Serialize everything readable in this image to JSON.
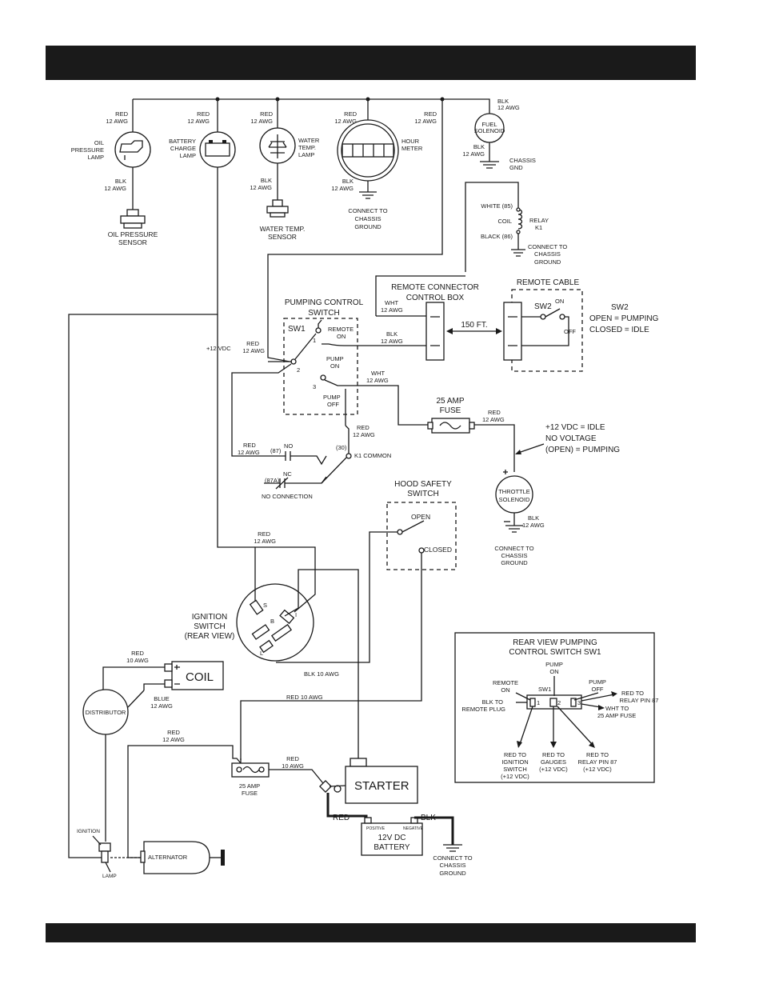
{
  "labels": {
    "red_12awg": [
      "RED",
      "12 AWG"
    ],
    "blk_12awg": [
      "BLK",
      "12 AWG"
    ],
    "wht_12awg": [
      "WHT",
      "12 AWG"
    ],
    "red_10awg": [
      "RED",
      "10 AWG"
    ],
    "blue_12awg": [
      "BLUE",
      "12 AWG"
    ],
    "oil_pressure_lamp": [
      "OIL",
      "PRESSURE",
      "LAMP"
    ],
    "oil_pressure_sensor": [
      "OIL PRESSURE",
      "SENSOR"
    ],
    "battery_charge_lamp": [
      "BATTERY",
      "CHARGE",
      "LAMP"
    ],
    "water_temp_lamp": [
      "WATER",
      "TEMP.",
      "LAMP"
    ],
    "water_temp_sensor": [
      "WATER TEMP.",
      "SENSOR"
    ],
    "hour_meter": [
      "HOUR",
      "METER"
    ],
    "connect_chassis_ground": [
      "CONNECT TO",
      "CHASSIS",
      "GROUND"
    ],
    "fuel_solenoid": [
      "FUEL",
      "SOLENOID"
    ],
    "chassis_gnd": [
      "CHASSIS",
      "GND"
    ],
    "white_85": "WHITE (85)",
    "coil_small": "COIL",
    "black_86": "BLACK (86)",
    "relay_k1": [
      "RELAY",
      "K1"
    ],
    "remote_connector": [
      "REMOTE CONNECTOR",
      "CONTROL BOX"
    ],
    "remote_cable": "REMOTE CABLE",
    "pumping_control_switch": [
      "PUMPING CONTROL",
      "SWITCH"
    ],
    "sw1": "SW1",
    "sw2": "SW2",
    "remote_on": [
      "REMOTE",
      "ON"
    ],
    "pump_on": [
      "PUMP",
      "ON"
    ],
    "pump_off": [
      "PUMP",
      "OFF"
    ],
    "plus_12vdc": "+12 VDC",
    "ft150": "150 FT.",
    "on": "ON",
    "off": "OFF",
    "sw2_desc": [
      "SW2",
      "OPEN = PUMPING",
      "CLOSED = IDLE"
    ],
    "fuse_25amp": [
      "25 AMP",
      "FUSE"
    ],
    "idle_desc": [
      "+12 VDC = IDLE",
      "NO VOLTAGE",
      "(OPEN) = PUMPING"
    ],
    "throttle_solenoid": [
      "THROTTLE",
      "SOLENOID"
    ],
    "relay_87": "(87)",
    "no": "NO",
    "relay_30": "(30)",
    "k1_common": "K1 COMMON",
    "relay_87a": "(87A)",
    "nc": "NC",
    "no_connection": "NO CONNECTION",
    "hood_safety_switch": [
      "HOOD SAFETY",
      "SWITCH"
    ],
    "open": "OPEN",
    "closed": "CLOSED",
    "ignition_switch": [
      "IGNITION",
      "SWITCH",
      "(REAR VIEW)"
    ],
    "ign_s": "S",
    "ign_b": "B",
    "ign_i": "I",
    "ign_l": "L",
    "blk_10awg": "BLK 10 AWG",
    "red_10awg_line": "RED 10 AWG",
    "coil": "COIL",
    "distributor": "DISTRIBUTOR",
    "fuse_25amp_small": [
      "25 AMP",
      "FUSE"
    ],
    "starter": "STARTER",
    "red": "RED",
    "blk": "BLK",
    "positive": "POSITIVE",
    "negative": "NEGATIVE",
    "battery": [
      "12V DC",
      "BATTERY"
    ],
    "ignition": "IGNITION",
    "lamp": "LAMP",
    "alternator": "ALTERNATOR",
    "rear_view_title": [
      "REAR VIEW PUMPING",
      "CONTROL SWITCH SW1"
    ],
    "rv_pump_on": [
      "PUMP",
      "ON"
    ],
    "rv_remote_on": [
      "REMOTE",
      "ON"
    ],
    "rv_pump_off": [
      "PUMP",
      "OFF"
    ],
    "rv_sw1": "SW1",
    "rv_red_relay87": [
      "RED TO",
      "RELAY PIN 87"
    ],
    "rv_blk_remote": [
      "BLK TO",
      "REMOTE PLUG"
    ],
    "rv_wht_fuse": [
      "WHT TO",
      "25 AMP FUSE"
    ],
    "rv_red_ign": [
      "RED TO",
      "IGNITION",
      "SWITCH",
      "(+12 VDC)"
    ],
    "rv_red_gauges": [
      "RED TO",
      "GAUGES",
      "(+12 VDC)"
    ],
    "rv_red_relay87b": [
      "RED TO",
      "RELAY PIN 87",
      "(+12 VDC)"
    ],
    "n1": "1",
    "n2": "2",
    "n3": "3"
  }
}
